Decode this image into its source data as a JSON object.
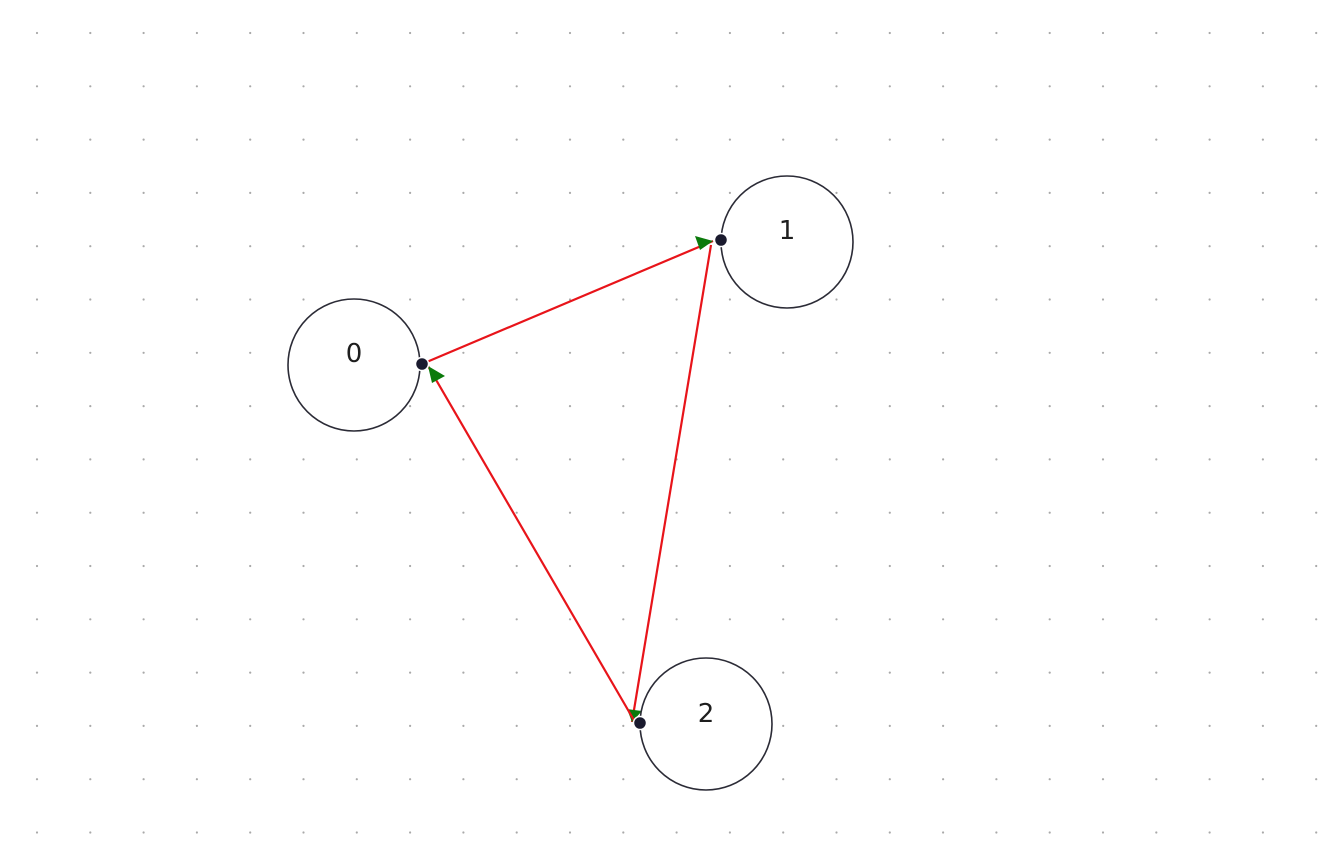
{
  "colors": {
    "edge": "#e8141a",
    "arrowhead": "#0b7a0b",
    "background": "#ffffff",
    "grid_dot": "#a9a9a9",
    "node_stroke": "#2b2b36",
    "handle": "#1a1a2e"
  },
  "nodes": [
    {
      "id": "node-0",
      "label": "0"
    },
    {
      "id": "node-1",
      "label": "1"
    },
    {
      "id": "node-2",
      "label": "2"
    }
  ],
  "edges": [
    {
      "from": "0",
      "to": "1"
    },
    {
      "from": "1",
      "to": "2"
    },
    {
      "from": "2",
      "to": "0"
    }
  ]
}
